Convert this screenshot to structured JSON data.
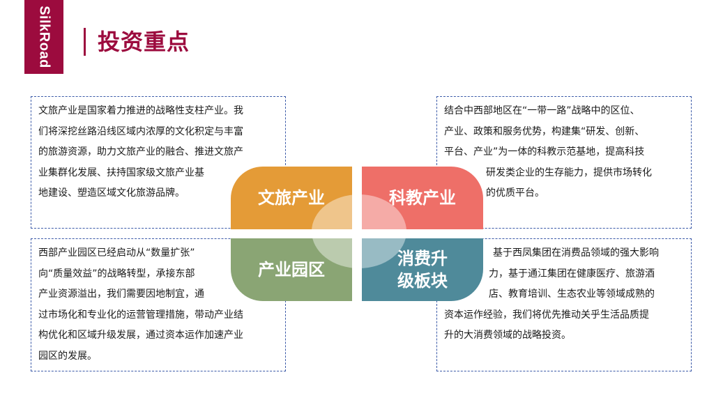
{
  "logo": {
    "text": "SilkRoad"
  },
  "page": {
    "title": "投资重点"
  },
  "tiles": {
    "culture_tourism": "文旅产业",
    "science_education": "科教产业",
    "industrial_park": "产业园区",
    "consumption_upgrade_line1": "消费升",
    "consumption_upgrade_line2": "级板块"
  },
  "boxes": {
    "culture_tourism": {
      "lines": [
        "文旅产业是国家着力推进的战略性支柱产业。我",
        "们将深挖丝路沿线区域内浓厚的文化积定与丰富",
        "的旅游资源，助力文旅产业的融合、推进文旅产",
        "业集群化发展、扶持国家级文旅产业基",
        "地建设、塑造区域文化旅游品牌。"
      ]
    },
    "science_education": {
      "lines": [
        "结合中西部地区在“一带一路”战略中的区位、",
        "产业、政策和服务优势，构建集“研发、创新、",
        "平台、产业”为一体的科教示范基地，提高科技",
        "研发类企业的生存能力，提供市场转化",
        "的优质平台。"
      ]
    },
    "industrial_park": {
      "lines": [
        "西部产业园区已经启动从“数量扩张”",
        "向“质量效益”的战略转型，承接东部",
        "产业资源溢出，我们需要因地制宜，通",
        "过市场化和专业化的运营管理措施，带动产业结",
        "构优化和区域升级发展，通过资本运作加速产业",
        "园区的发展。"
      ]
    },
    "consumption_upgrade": {
      "lines": [
        "基于西凤集团在消费品领域的强大影响",
        "力，基于通江集团在健康医疗、旅游酒",
        "店、教育培训、生态农业等领域成熟的",
        "资本运作经验，我们将优先推动关乎生活品质提",
        "升的大消费领域的战略投资。"
      ]
    }
  },
  "colors": {
    "brand": "#9c0b3e",
    "tile_culture_tourism": "#e49b37",
    "tile_science_education": "#ee6f68",
    "tile_industrial_park": "#8aa574",
    "tile_consumption_upgrade": "#4f8a9a",
    "box_border": "#3b5aa8"
  }
}
